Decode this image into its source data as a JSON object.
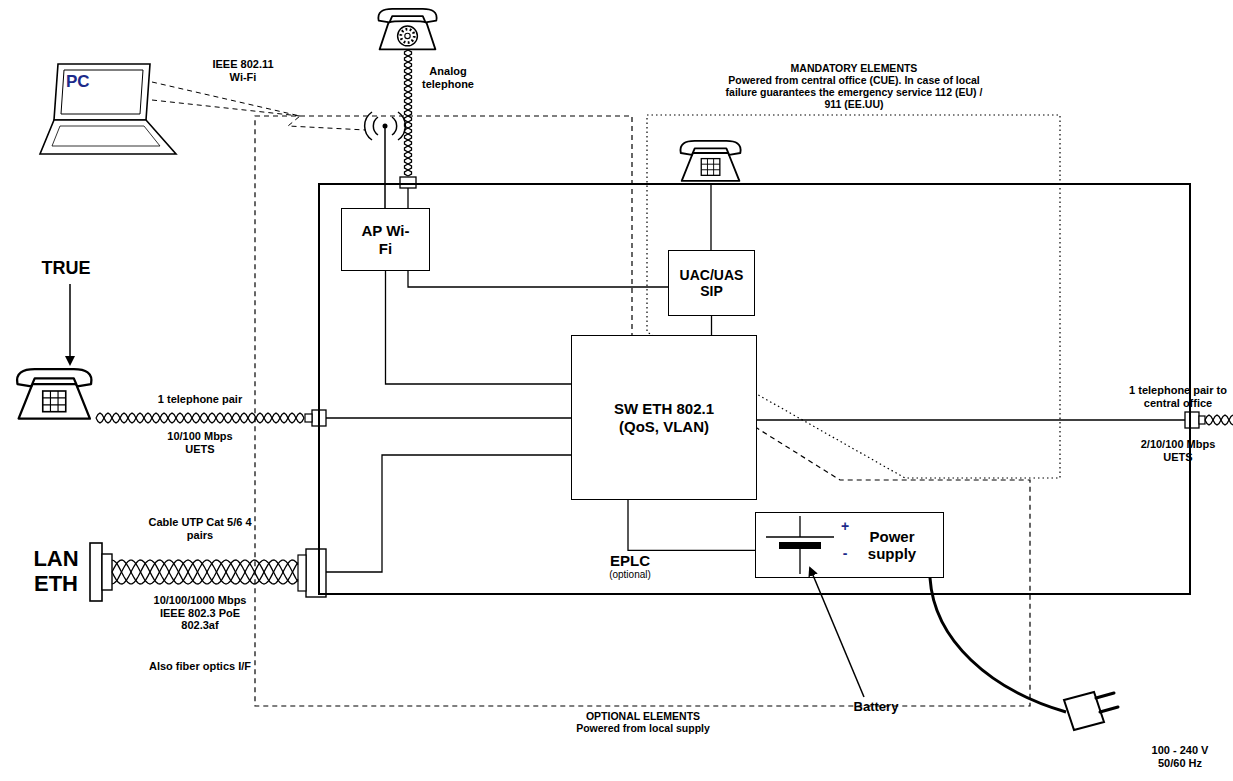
{
  "diagram": {
    "nodes": [
      {
        "text": [
          "PC"
        ]
      },
      {
        "text": [
          "MANDATORY ELEMENTS",
          "Powered from central office (CUE). In case of local failure guarantees the emergency service 112 (EU) / 911 (EE.UU)"
        ]
      },
      {
        "text": [
          "OPTIONAL ELEMENTS",
          "Powered from local supply"
        ]
      },
      {
        "text": [
          "EPLC",
          "(optional)"
        ]
      },
      {
        "text": [
          "AP Wi-Fi"
        ],
        "in": 3
      },
      {
        "text": [
          "UAC/UAS SIP"
        ],
        "in": 3
      },
      {
        "text": [
          "SW ETH 802.1 (QoS, VLAN)"
        ],
        "in": 3
      },
      {
        "text": [
          "Power supply"
        ],
        "in": 3
      }
    ],
    "edges": [
      {
        "from": 4,
        "to": 6,
        "arrow": "none"
      },
      {
        "from": 5,
        "to": 6,
        "arrow": "none"
      },
      {
        "from": 6,
        "to": 7,
        "arrow": "none"
      }
    ],
    "labels": [
      "IEEE 802.11 Wi-Fi",
      "Analog telephone",
      "TRUE",
      "1 telephone pair",
      "10/100 Mbps UETS",
      "Cable UTP Cat 5/6 4 pairs",
      "LAN ETH",
      "10/100/1000 Mbps IEEE 802.3 PoE 802.3af",
      "Also fiber optics I/F",
      "1 telephone pair to central office",
      "2/10/100 Mbps UETS",
      "+",
      "-",
      "Battery",
      "100 - 240 V 50/60 Hz"
    ]
  }
}
